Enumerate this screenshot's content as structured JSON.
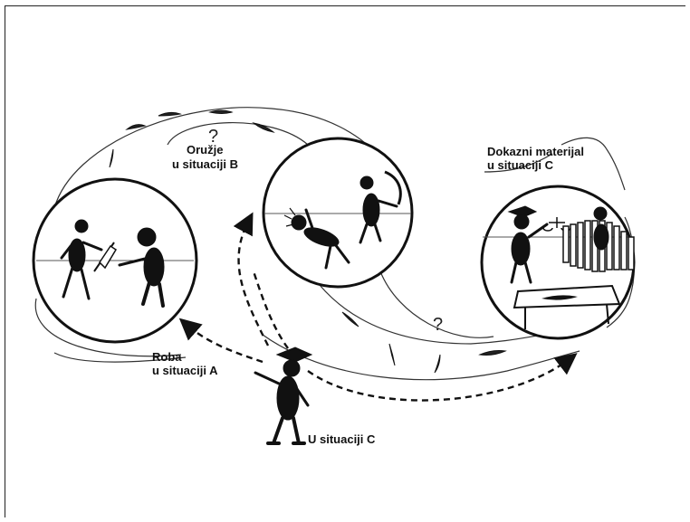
{
  "labels": {
    "weapon_b_line1": "Oružje",
    "weapon_b_line2": "u situaciji B",
    "evidence_c_line1": "Dokazni materijal",
    "evidence_c_line2": "u situaciji C",
    "goods_a_line1": "Roba",
    "goods_a_line2": "u situaciji A",
    "situation_c": "U situaciji C"
  },
  "question_marks": [
    "?",
    "?"
  ]
}
